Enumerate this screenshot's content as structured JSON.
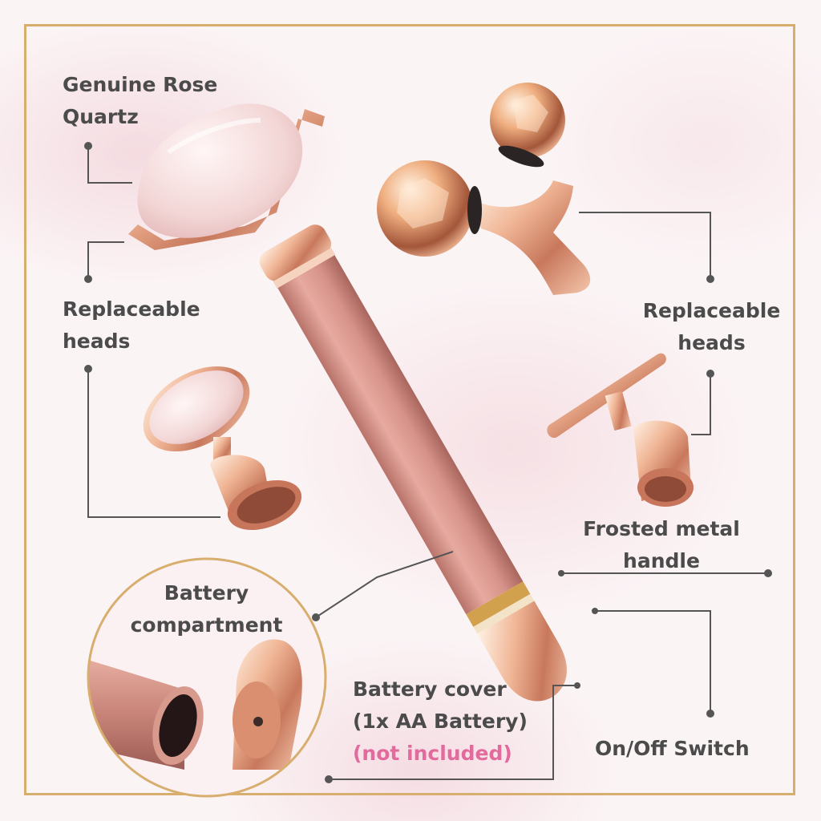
{
  "labels": {
    "rose_quartz": [
      "Genuine Rose",
      "Quartz"
    ],
    "replaceable_left": [
      "Replaceable",
      "heads"
    ],
    "replaceable_right": [
      "Replaceable",
      "heads"
    ],
    "frosted_handle": [
      "Frosted metal",
      "handle"
    ],
    "battery_compartment": [
      "Battery",
      "compartment"
    ],
    "battery_cover": [
      "Battery cover",
      "(1x AA Battery)"
    ],
    "not_included": "(not included)",
    "on_off": "On/Off Switch"
  },
  "colors": {
    "frame": "#d8ae6f",
    "text": "#4b4b4b",
    "accent_pink": "#e36a9c",
    "leader_line": "#555555",
    "rose_gold": "#e3a48b",
    "handle": "#d6958a",
    "quartz": "#f4dada"
  }
}
